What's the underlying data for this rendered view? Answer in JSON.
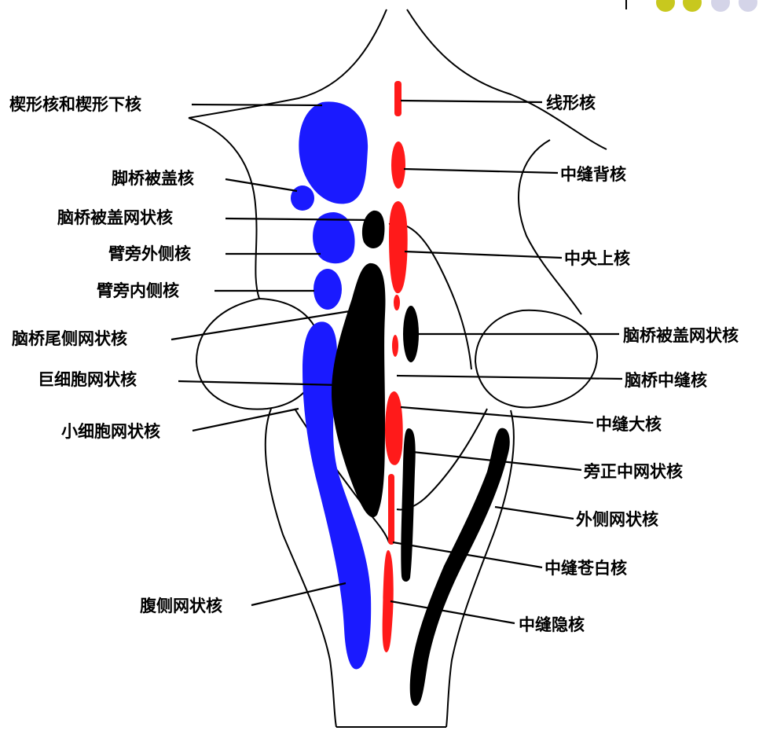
{
  "corner_dots": {
    "colors": [
      "#c8c81e",
      "#c8c81e",
      "#d4d4e8",
      "#d4d4e8"
    ]
  },
  "colors": {
    "blue": "#1a1aff",
    "red": "#ff1a1a",
    "black": "#000000",
    "outline": "#000000"
  },
  "labels": {
    "left": [
      "楔形核和楔形下核",
      "脚桥被盖核",
      "脑桥被盖网状核",
      "臂旁外侧核",
      "臂旁内侧核",
      "脑桥尾侧网状核",
      "巨细胞网状核",
      "小细胞网状核",
      "腹侧网状核"
    ],
    "right": [
      "线形核",
      "中缝背核",
      "中央上核",
      "脑桥被盖网状核",
      "脑桥中缝核",
      "中缝大核",
      "旁正中网状核",
      "外侧网状核",
      "中缝苍白核",
      "中缝隐核"
    ]
  }
}
